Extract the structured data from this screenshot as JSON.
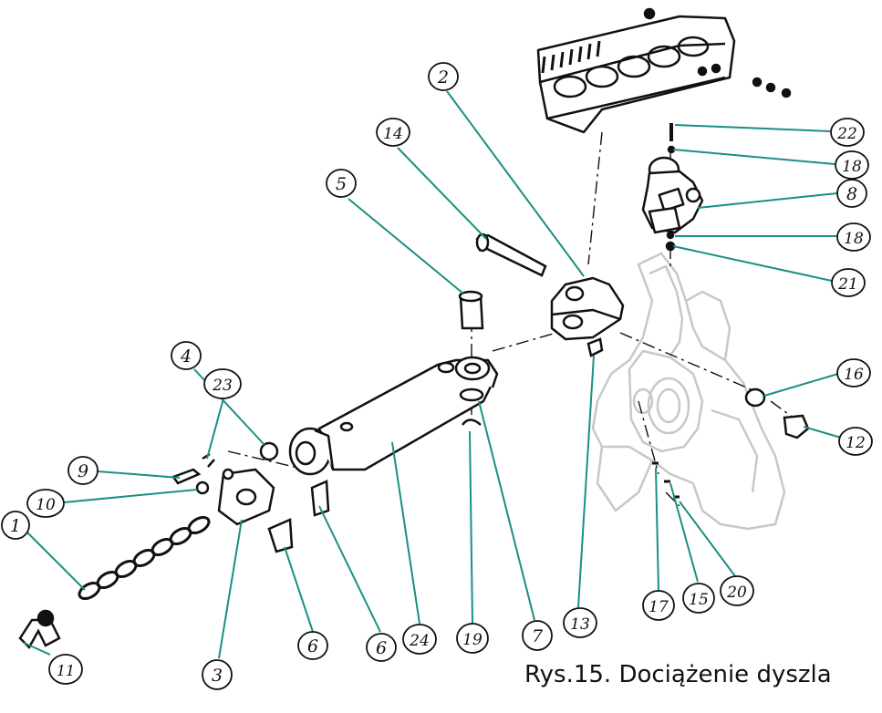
{
  "caption": "Rys.15. Dociążenie dyszla",
  "colors": {
    "leader": "#1a8f82",
    "part_stroke": "#111111",
    "ghost_stroke": "#c8c8c8",
    "background": "#ffffff"
  },
  "callouts": [
    {
      "id": "c1",
      "label": "1"
    },
    {
      "id": "c2",
      "label": "2"
    },
    {
      "id": "c3",
      "label": "3"
    },
    {
      "id": "c4",
      "label": "4"
    },
    {
      "id": "c5",
      "label": "5"
    },
    {
      "id": "c6a",
      "label": "6"
    },
    {
      "id": "c6b",
      "label": "6"
    },
    {
      "id": "c7",
      "label": "7"
    },
    {
      "id": "c8",
      "label": "8"
    },
    {
      "id": "c9",
      "label": "9"
    },
    {
      "id": "c10",
      "label": "10"
    },
    {
      "id": "c11",
      "label": "11"
    },
    {
      "id": "c12",
      "label": "12"
    },
    {
      "id": "c13",
      "label": "13"
    },
    {
      "id": "c14",
      "label": "14"
    },
    {
      "id": "c15",
      "label": "15"
    },
    {
      "id": "c16",
      "label": "16"
    },
    {
      "id": "c17",
      "label": "17"
    },
    {
      "id": "c18a",
      "label": "18"
    },
    {
      "id": "c18b",
      "label": "18"
    },
    {
      "id": "c19",
      "label": "19"
    },
    {
      "id": "c20",
      "label": "20"
    },
    {
      "id": "c21",
      "label": "21"
    },
    {
      "id": "c22",
      "label": "22"
    },
    {
      "id": "c23",
      "label": "23"
    },
    {
      "id": "c24",
      "label": "24"
    }
  ]
}
